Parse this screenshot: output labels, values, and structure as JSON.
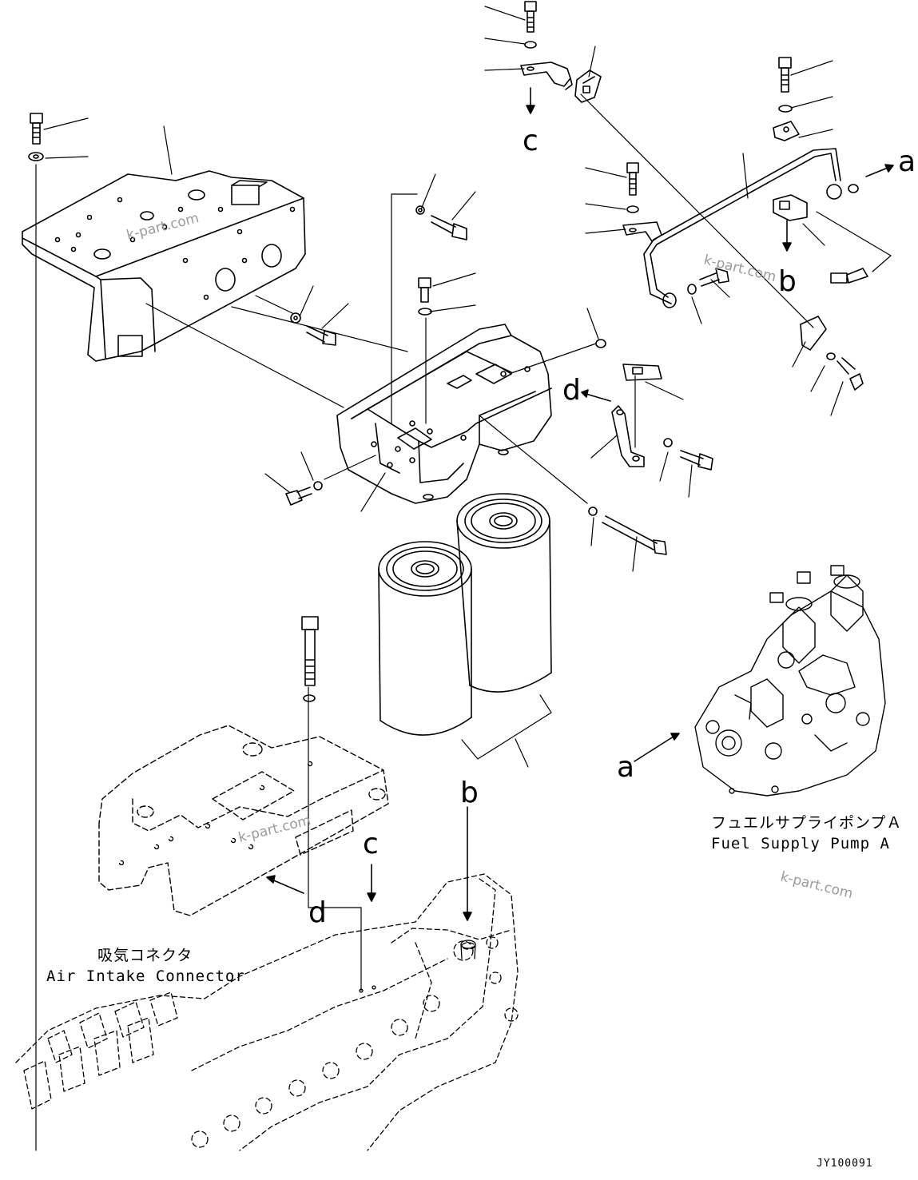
{
  "callouts": {
    "a_top": "a",
    "a_bottom": "a",
    "b": "b",
    "c_top": "c",
    "c_bottom": "c",
    "d_upper": "d",
    "d_lower": "d",
    "b_bracket": "b"
  },
  "captions": {
    "fuel_pump_jp": "フュエルサプライポンプＡ",
    "fuel_pump_en": "Fuel Supply Pump A",
    "air_intake_jp": "吸気コネクタ",
    "air_intake_en": "Air Intake Connector"
  },
  "watermarks": [
    "k-part.com",
    "k-part.com",
    "k-part.com",
    "k-part.com"
  ],
  "drawing_code": "JY100091",
  "colors": {
    "line": "#000000",
    "background": "#ffffff",
    "watermark": "#9a9a9a"
  }
}
